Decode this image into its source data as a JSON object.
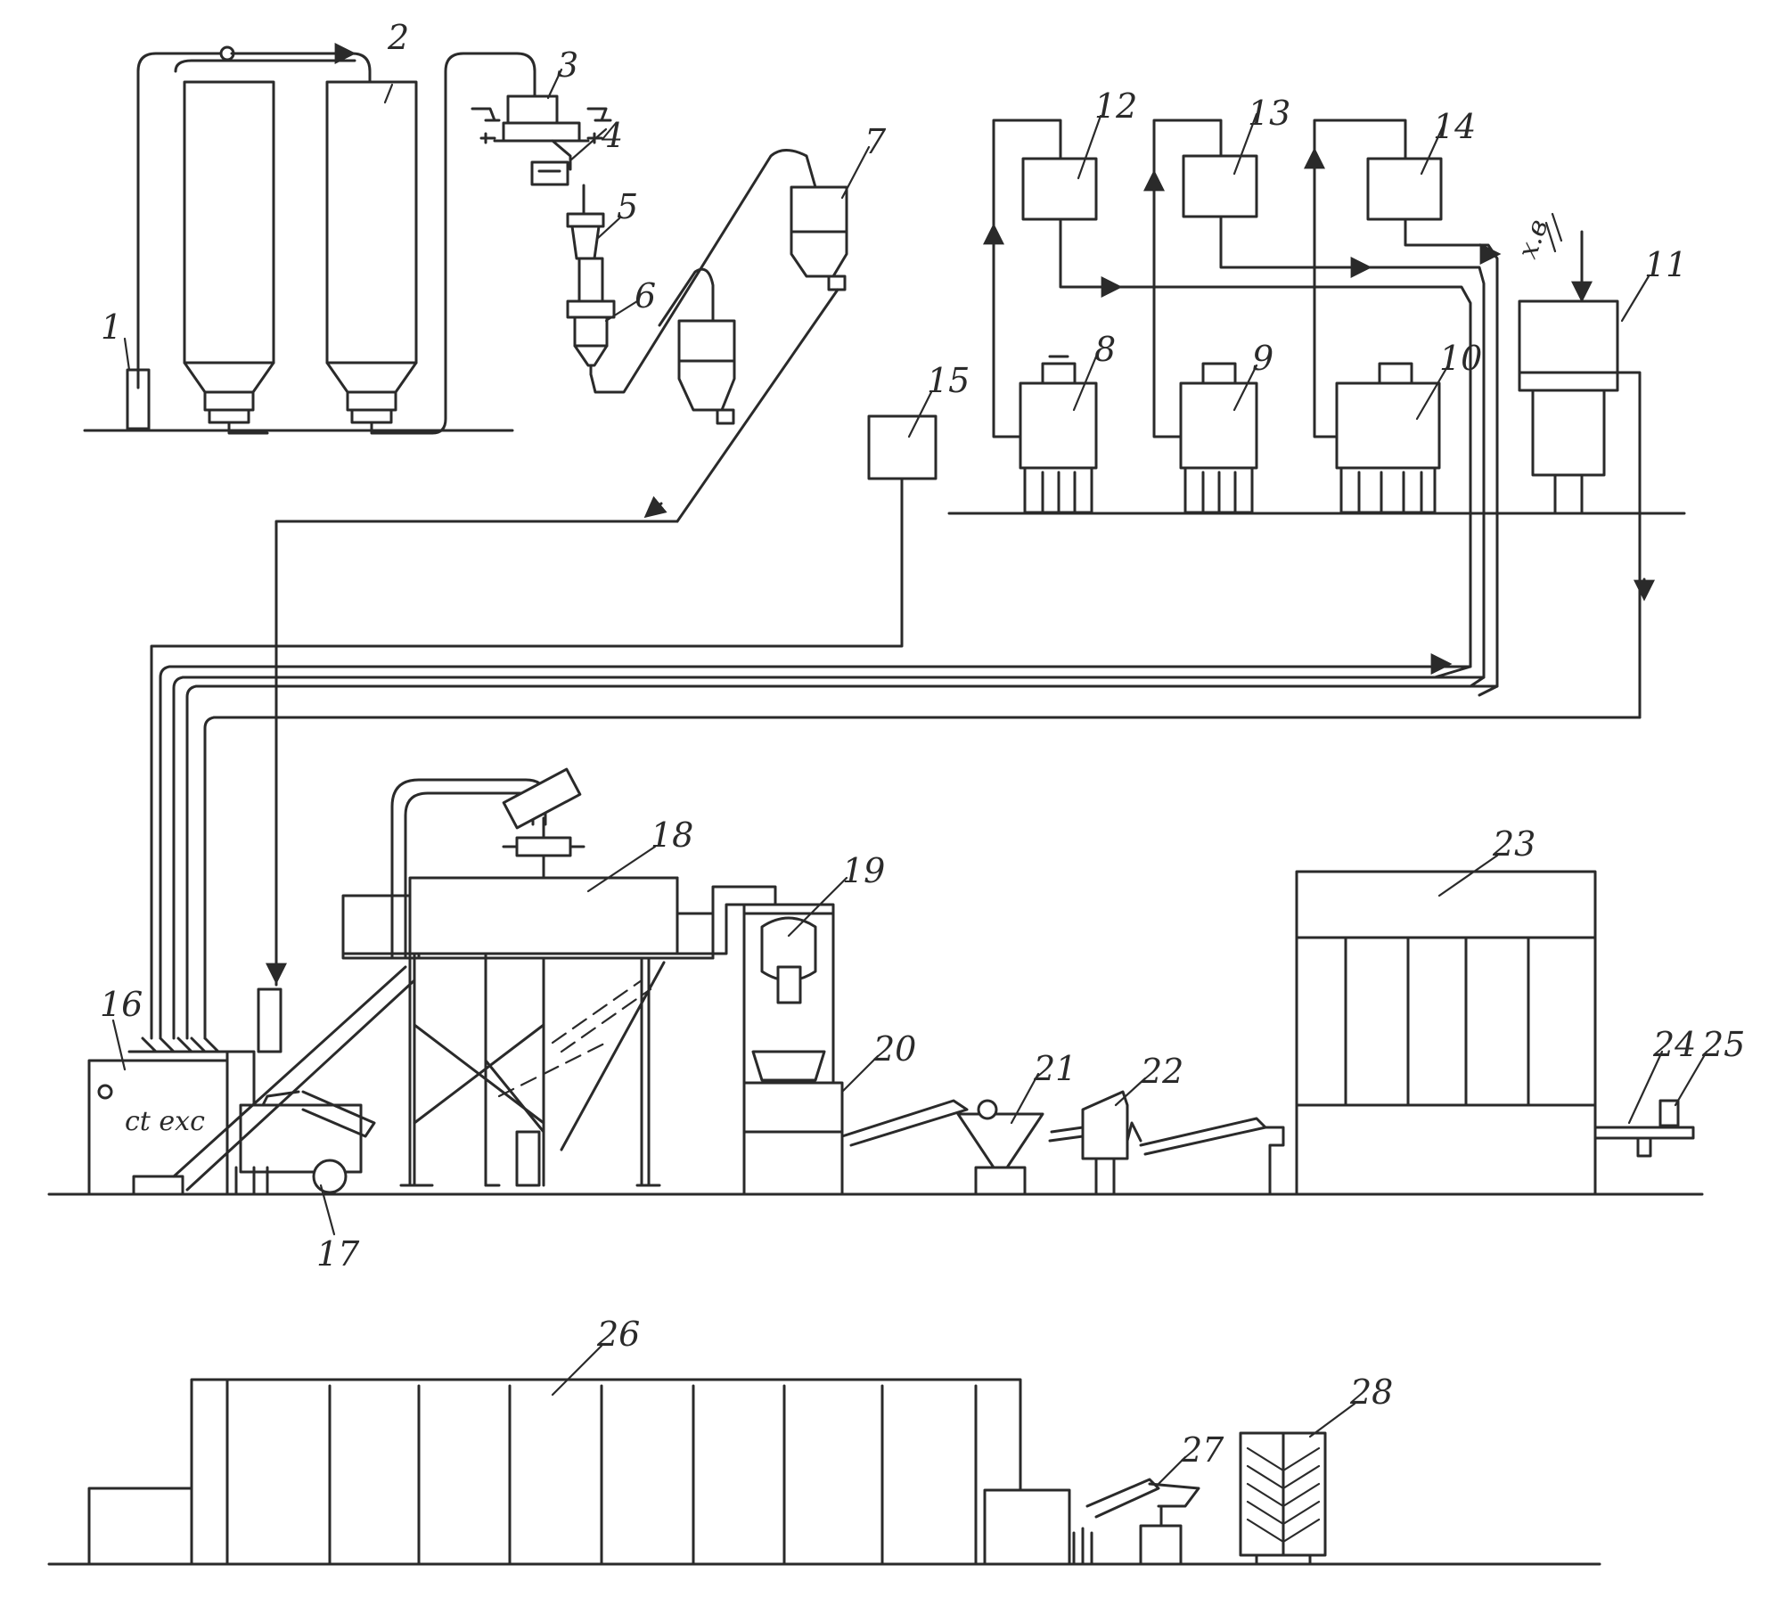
{
  "labels": {
    "n1": "1",
    "n2": "2",
    "n3": "3",
    "n4": "4",
    "n5": "5",
    "n6": "6",
    "n7": "7",
    "n8": "8",
    "n9": "9",
    "n10": "10",
    "n11": "11",
    "n12": "12",
    "n13": "13",
    "n14": "14",
    "n15": "15",
    "n16": "16",
    "n17": "17",
    "n18": "18",
    "n19": "19",
    "n20": "20",
    "n21": "21",
    "n22": "22",
    "n23": "23",
    "n24": "24",
    "n25": "25",
    "n26": "26",
    "n27": "27",
    "n28": "28"
  },
  "marks": {
    "feed_in_11": "х.в",
    "panel_16": "ct exc"
  }
}
